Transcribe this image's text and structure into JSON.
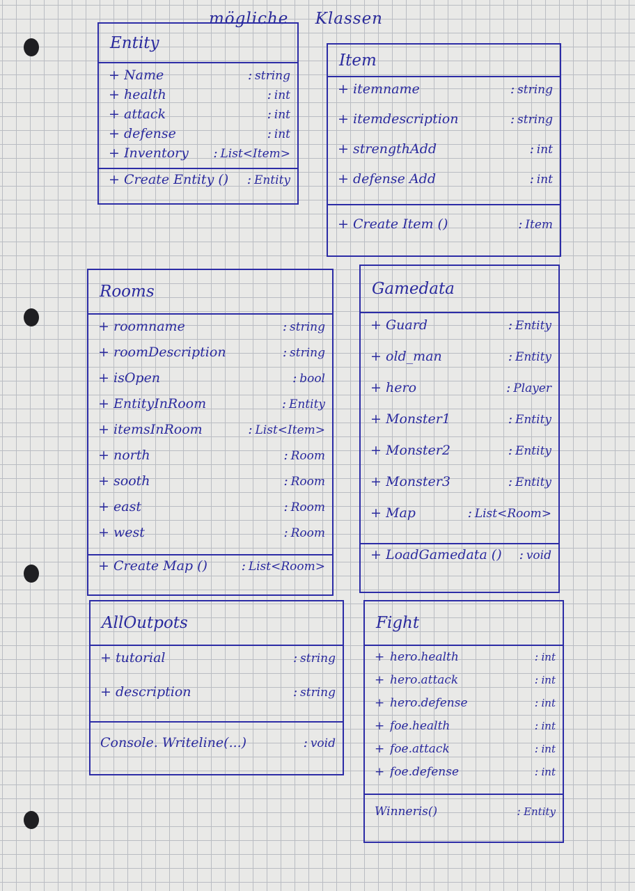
{
  "page": {
    "title": "mögliche Klassen"
  },
  "colors": {
    "ink": "#2a2a9e",
    "paper": "#e9e9e7",
    "grid": "#b9bcc2"
  },
  "classes": {
    "entity": {
      "name": "Entity",
      "attributes": [
        {
          "visibility": "+",
          "name": "Name",
          "type": "string"
        },
        {
          "visibility": "+",
          "name": "health",
          "type": "int"
        },
        {
          "visibility": "+",
          "name": "attack",
          "type": "int"
        },
        {
          "visibility": "+",
          "name": "defense",
          "type": "int"
        },
        {
          "visibility": "+",
          "name": "Inventory",
          "type": "List<Item>"
        }
      ],
      "methods": [
        {
          "visibility": "+",
          "signature": "Create Entity ()",
          "type": "Entity"
        }
      ]
    },
    "item": {
      "name": "Item",
      "attributes": [
        {
          "visibility": "+",
          "name": "itemname",
          "type": "string"
        },
        {
          "visibility": "+",
          "name": "itemdescription",
          "type": "string"
        },
        {
          "visibility": "+",
          "name": "strengthAdd",
          "type": "int"
        },
        {
          "visibility": "+",
          "name": "defense Add",
          "type": "int"
        }
      ],
      "methods": [
        {
          "visibility": "+",
          "signature": "Create Item ()",
          "type": "Item"
        }
      ]
    },
    "rooms": {
      "name": "Rooms",
      "attributes": [
        {
          "visibility": "+",
          "name": "roomname",
          "type": "string"
        },
        {
          "visibility": "+",
          "name": "roomDescription",
          "type": "string"
        },
        {
          "visibility": "+",
          "name": "isOpen",
          "type": "bool"
        },
        {
          "visibility": "+",
          "name": "EntityInRoom",
          "type": "Entity"
        },
        {
          "visibility": "+",
          "name": "itemsInRoom",
          "type": "List<Item>"
        },
        {
          "visibility": "+",
          "name": "north",
          "type": "Room"
        },
        {
          "visibility": "+",
          "name": "sooth",
          "type": "Room"
        },
        {
          "visibility": "+",
          "name": "east",
          "type": "Room"
        },
        {
          "visibility": "+",
          "name": "west",
          "type": "Room"
        }
      ],
      "methods": [
        {
          "visibility": "+",
          "signature": "Create Map ()",
          "type": "List<Room>"
        }
      ]
    },
    "gamedata": {
      "name": "Gamedata",
      "attributes": [
        {
          "visibility": "+",
          "name": "Guard",
          "type": "Entity"
        },
        {
          "visibility": "+",
          "name": "old_man",
          "type": "Entity"
        },
        {
          "visibility": "+",
          "name": "hero",
          "type": "Player"
        },
        {
          "visibility": "+",
          "name": "Monster1",
          "type": "Entity"
        },
        {
          "visibility": "+",
          "name": "Monster2",
          "type": "Entity"
        },
        {
          "visibility": "+",
          "name": "Monster3",
          "type": "Entity"
        },
        {
          "visibility": "+",
          "name": "Map",
          "type": "List<Room>"
        }
      ],
      "methods": [
        {
          "visibility": "+",
          "signature": "LoadGamedata ()",
          "type": "void"
        }
      ]
    },
    "alloutputs": {
      "name": "AllOutpots",
      "attributes": [
        {
          "visibility": "+",
          "name": "tutorial",
          "type": "string"
        },
        {
          "visibility": "+",
          "name": "description",
          "type": "string"
        }
      ],
      "methods": [
        {
          "visibility": "",
          "signature": "Console. Writeline(...)",
          "type": "void"
        }
      ]
    },
    "fight": {
      "name": "Fight",
      "attributes": [
        {
          "visibility": "+",
          "name": "hero.health",
          "type": "int"
        },
        {
          "visibility": "+",
          "name": "hero.attack",
          "type": "int"
        },
        {
          "visibility": "+",
          "name": "hero.defense",
          "type": "int"
        },
        {
          "visibility": "+",
          "name": "foe.health",
          "type": "int"
        },
        {
          "visibility": "+",
          "name": "foe.attack",
          "type": "int"
        },
        {
          "visibility": "+",
          "name": "foe.defense",
          "type": "int"
        }
      ],
      "methods": [
        {
          "visibility": "",
          "signature": "Winneris()",
          "type": "Entity"
        }
      ]
    }
  }
}
